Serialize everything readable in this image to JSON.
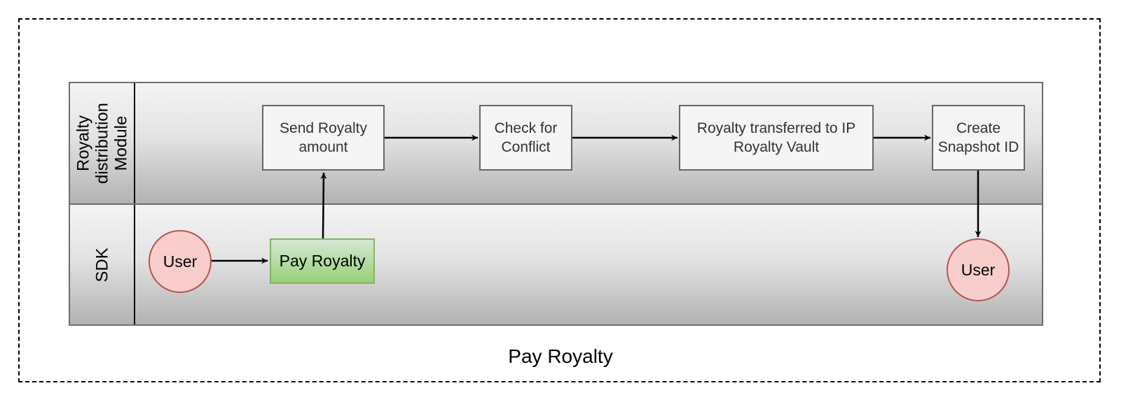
{
  "diagram": {
    "caption": "Pay Royalty",
    "lanes": [
      {
        "id": "royalty-module",
        "label": "Royalty\ndistribution\nModule"
      },
      {
        "id": "sdk",
        "label": "SDK"
      }
    ],
    "nodes": {
      "user_start": "User",
      "pay_royalty": "Pay Royalty",
      "send_royalty": "Send Royalty\namount",
      "check_conflict": "Check for\nConflict",
      "royalty_transferred": "Royalty transferred to IP\nRoyalty Vault",
      "create_snapshot": "Create\nSnapshot ID",
      "user_end": "User"
    },
    "edges": [
      {
        "from": "user_start",
        "to": "pay_royalty"
      },
      {
        "from": "pay_royalty",
        "to": "send_royalty"
      },
      {
        "from": "send_royalty",
        "to": "check_conflict"
      },
      {
        "from": "check_conflict",
        "to": "royalty_transferred"
      },
      {
        "from": "royalty_transferred",
        "to": "create_snapshot"
      },
      {
        "from": "create_snapshot",
        "to": "user_end"
      }
    ],
    "colors": {
      "event_fill": "#f8cecc",
      "event_stroke": "#b85450",
      "start_task_fill": "#d5e8d4",
      "start_task_stroke": "#82b366",
      "task_fill": "#f5f5f5",
      "task_stroke": "#666666"
    }
  }
}
